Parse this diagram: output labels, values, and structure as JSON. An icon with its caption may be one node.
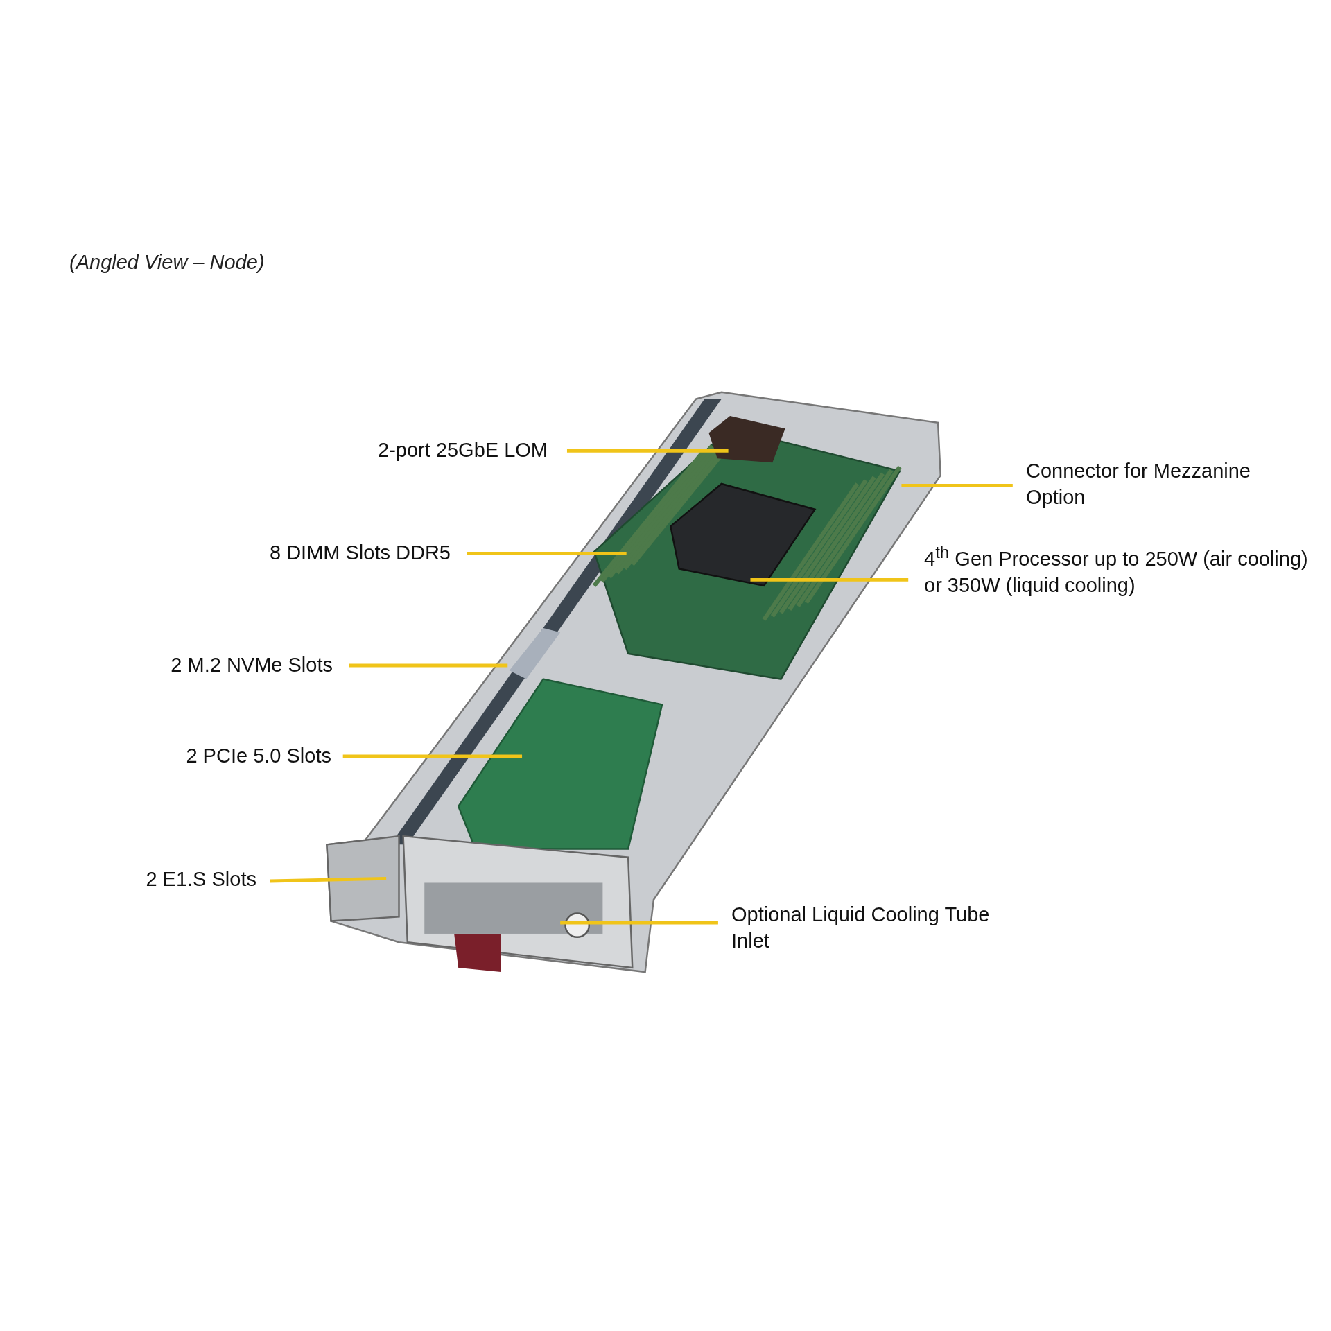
{
  "diagram": {
    "title": "(Angled View – Node)",
    "nodes": [
      {
        "text": [
          "2-port 25GbE LOM"
        ]
      },
      {
        "text": [
          "Connector for Mezzanine Option"
        ]
      },
      {
        "text": [
          "8 DIMM Slots DDR5"
        ]
      },
      {
        "text": [
          "4$^{th}$ Gen Processor up to 250W (air cooling) or 350W (liquid cooling)"
        ]
      },
      {
        "text": [
          "2 M.2 NVMe Slots"
        ]
      },
      {
        "text": [
          "2 PCIe 5.0 Slots"
        ]
      },
      {
        "text": [
          "2 E1.S Slots"
        ]
      },
      {
        "text": [
          "Optional Liquid Cooling Tube Inlet"
        ]
      }
    ],
    "edges": [
      {
        "from": 0,
        "to": null,
        "arrow": "none"
      },
      {
        "from": 1,
        "to": null,
        "arrow": "none"
      },
      {
        "from": 2,
        "to": null,
        "arrow": "none"
      },
      {
        "from": 3,
        "to": null,
        "arrow": "none"
      },
      {
        "from": 4,
        "to": null,
        "arrow": "none"
      },
      {
        "from": 5,
        "to": null,
        "arrow": "none"
      },
      {
        "from": 6,
        "to": null,
        "arrow": "none"
      },
      {
        "from": 7,
        "to": null,
        "arrow": "none"
      }
    ]
  }
}
